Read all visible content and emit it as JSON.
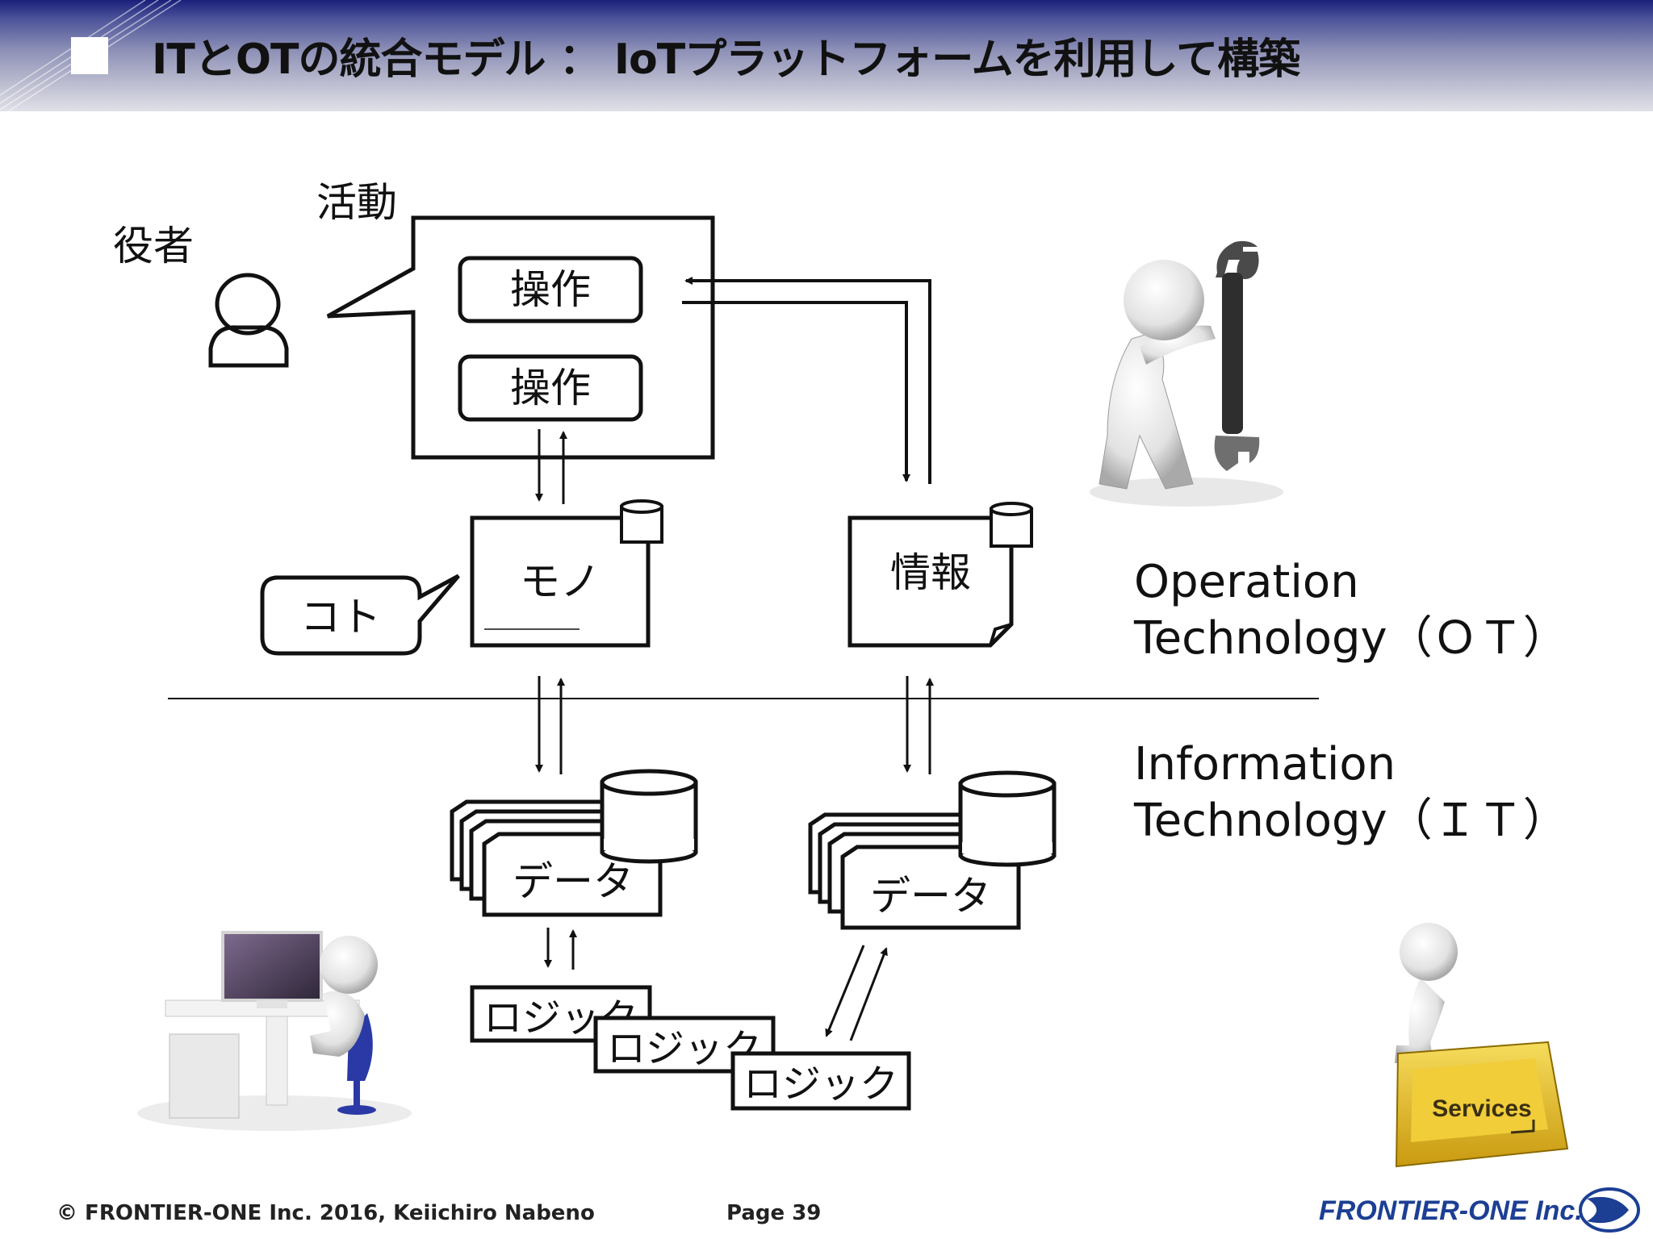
{
  "header": {
    "title": "ITとOTの統合モデル ： IoTプラットフォームを利用して構築"
  },
  "diagram": {
    "actor_label": "役者",
    "activity_label": "活動",
    "operation_labels": [
      "操作",
      "操作"
    ],
    "thing_label": "モノ",
    "koto_label": "コト",
    "info_label": "情報",
    "data_labels": [
      "データ",
      "データ"
    ],
    "logic_labels": [
      "ロジック",
      "ロジック",
      "ロジック"
    ]
  },
  "side_labels": {
    "ot_line1": "Operation",
    "ot_line2": "Technology（ＯＴ）",
    "it_line1": "Information",
    "it_line2": "Technology（ＩＴ）"
  },
  "illustrations": {
    "services_key_label": "Services"
  },
  "footer": {
    "copyright": "© FRONTIER-ONE Inc. 2016,  Keiichiro  Nabeno",
    "page": "Page 39",
    "logo_text": "FRONTIER-ONE Inc."
  },
  "colors": {
    "title_bar_dark": "#1a1f7a",
    "title_bar_light": "#e0e0e8",
    "logo_blue": "#1c3f94",
    "key_yellow": "#e6c12a"
  }
}
